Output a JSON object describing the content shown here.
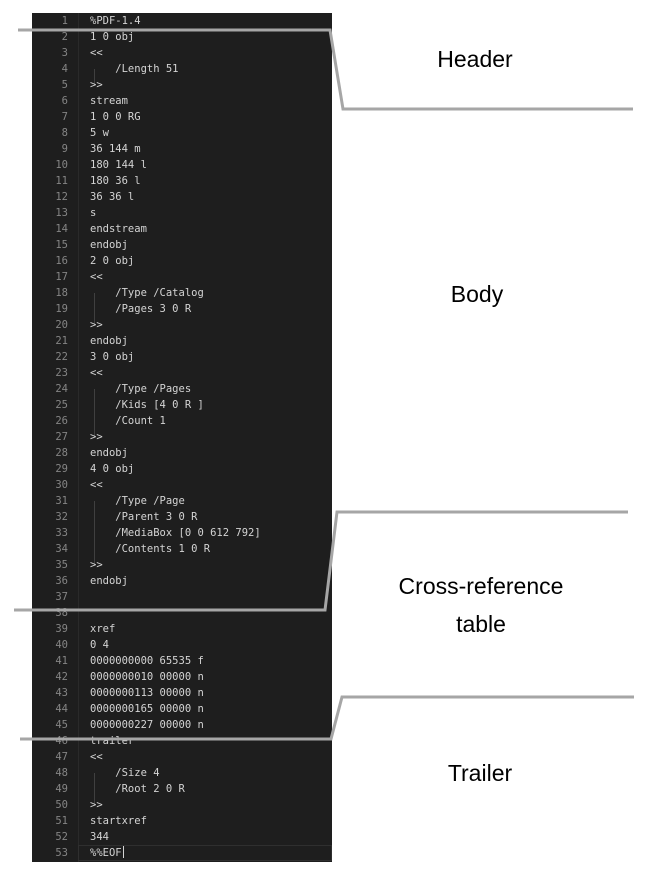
{
  "editor": {
    "lines": [
      {
        "n": "1",
        "text": "%PDF-1.4"
      },
      {
        "n": "2",
        "text": "1 0 obj"
      },
      {
        "n": "3",
        "text": "<<"
      },
      {
        "n": "4",
        "text": "    /Length 51"
      },
      {
        "n": "5",
        "text": ">>"
      },
      {
        "n": "6",
        "text": "stream"
      },
      {
        "n": "7",
        "text": "1 0 0 RG"
      },
      {
        "n": "8",
        "text": "5 w"
      },
      {
        "n": "9",
        "text": "36 144 m"
      },
      {
        "n": "10",
        "text": "180 144 l"
      },
      {
        "n": "11",
        "text": "180 36 l"
      },
      {
        "n": "12",
        "text": "36 36 l"
      },
      {
        "n": "13",
        "text": "s"
      },
      {
        "n": "14",
        "text": "endstream"
      },
      {
        "n": "15",
        "text": "endobj"
      },
      {
        "n": "16",
        "text": "2 0 obj"
      },
      {
        "n": "17",
        "text": "<<"
      },
      {
        "n": "18",
        "text": "    /Type /Catalog"
      },
      {
        "n": "19",
        "text": "    /Pages 3 0 R"
      },
      {
        "n": "20",
        "text": ">>"
      },
      {
        "n": "21",
        "text": "endobj"
      },
      {
        "n": "22",
        "text": "3 0 obj"
      },
      {
        "n": "23",
        "text": "<<"
      },
      {
        "n": "24",
        "text": "    /Type /Pages"
      },
      {
        "n": "25",
        "text": "    /Kids [4 0 R ]"
      },
      {
        "n": "26",
        "text": "    /Count 1"
      },
      {
        "n": "27",
        "text": ">>"
      },
      {
        "n": "28",
        "text": "endobj"
      },
      {
        "n": "29",
        "text": "4 0 obj"
      },
      {
        "n": "30",
        "text": "<<"
      },
      {
        "n": "31",
        "text": "    /Type /Page"
      },
      {
        "n": "32",
        "text": "    /Parent 3 0 R"
      },
      {
        "n": "33",
        "text": "    /MediaBox [0 0 612 792]"
      },
      {
        "n": "34",
        "text": "    /Contents 1 0 R"
      },
      {
        "n": "35",
        "text": ">>"
      },
      {
        "n": "36",
        "text": "endobj"
      },
      {
        "n": "37",
        "text": ""
      },
      {
        "n": "38",
        "text": ""
      },
      {
        "n": "39",
        "text": "xref"
      },
      {
        "n": "40",
        "text": "0 4"
      },
      {
        "n": "41",
        "text": "0000000000 65535 f"
      },
      {
        "n": "42",
        "text": "0000000010 00000 n"
      },
      {
        "n": "43",
        "text": "0000000113 00000 n"
      },
      {
        "n": "44",
        "text": "0000000165 00000 n"
      },
      {
        "n": "45",
        "text": "0000000227 00000 n"
      },
      {
        "n": "46",
        "text": "trailer"
      },
      {
        "n": "47",
        "text": "<<"
      },
      {
        "n": "48",
        "text": "    /Size 4"
      },
      {
        "n": "49",
        "text": "    /Root 2 0 R"
      },
      {
        "n": "50",
        "text": ">>"
      },
      {
        "n": "51",
        "text": "startxref"
      },
      {
        "n": "52",
        "text": "344"
      },
      {
        "n": "53",
        "text": "%%EOF"
      }
    ]
  },
  "sections": {
    "header": "Header",
    "body": "Body",
    "xref_line1": "Cross-reference",
    "xref_line2": "table",
    "trailer": "Trailer"
  },
  "colors": {
    "editor_bg": "#1e1e1e",
    "code_text": "#d4d4d4",
    "line_number": "#858585",
    "connector": "#a6a6a6"
  }
}
